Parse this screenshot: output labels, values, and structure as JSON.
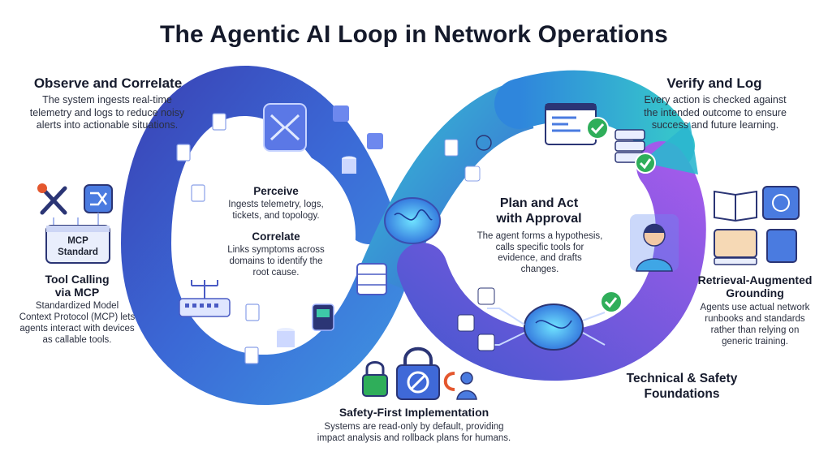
{
  "title": "The Agentic AI Loop in Network Operations",
  "observe": {
    "heading": "Observe and Correlate",
    "text": [
      "The system ingests real-time",
      "telemetry and logs to reduce noisy",
      "alerts into actionable situations."
    ]
  },
  "verify": {
    "heading": "Verify and Log",
    "text": [
      "Every action is checked against",
      "the intended outcome to ensure",
      "success and future learning."
    ]
  },
  "tool_calling": {
    "heading": [
      "Tool Calling",
      "via MCP"
    ],
    "text": [
      "Standardized Model",
      "Context Protocol (MCP) lets",
      "agents interact with devices",
      "as callable tools."
    ],
    "badge": [
      "MCP",
      "Standard"
    ]
  },
  "perceive": {
    "heading": "Perceive",
    "text": [
      "Ingests telemetry, logs,",
      "tickets, and topology."
    ]
  },
  "correlate": {
    "heading": "Correlate",
    "text": [
      "Links symptoms across",
      "domains to identify the",
      "root cause."
    ]
  },
  "plan": {
    "heading": [
      "Plan and Act",
      "with Approval"
    ],
    "text": [
      "The agent forms a hypothesis,",
      "calls specific tools for",
      "evidence, and drafts",
      "changes."
    ]
  },
  "rag": {
    "heading": [
      "Retrieval-Augmented",
      "Grounding"
    ],
    "text": [
      "Agents use actual network",
      "runbooks and standards",
      "rather than relying on",
      "generic training."
    ]
  },
  "tech": {
    "heading": [
      "Technical & Safety",
      "Foundations"
    ]
  },
  "safety": {
    "heading": "Safety-First Implementation",
    "text": [
      "Systems are read-only by default, providing",
      "impact analysis and rollback plans for humans."
    ]
  },
  "colors": {
    "loop_left": "#3f4fc4",
    "loop_right": "#2ab3cf",
    "loop_purple": "#8b4fdc",
    "accent_green": "#2fae5a"
  }
}
